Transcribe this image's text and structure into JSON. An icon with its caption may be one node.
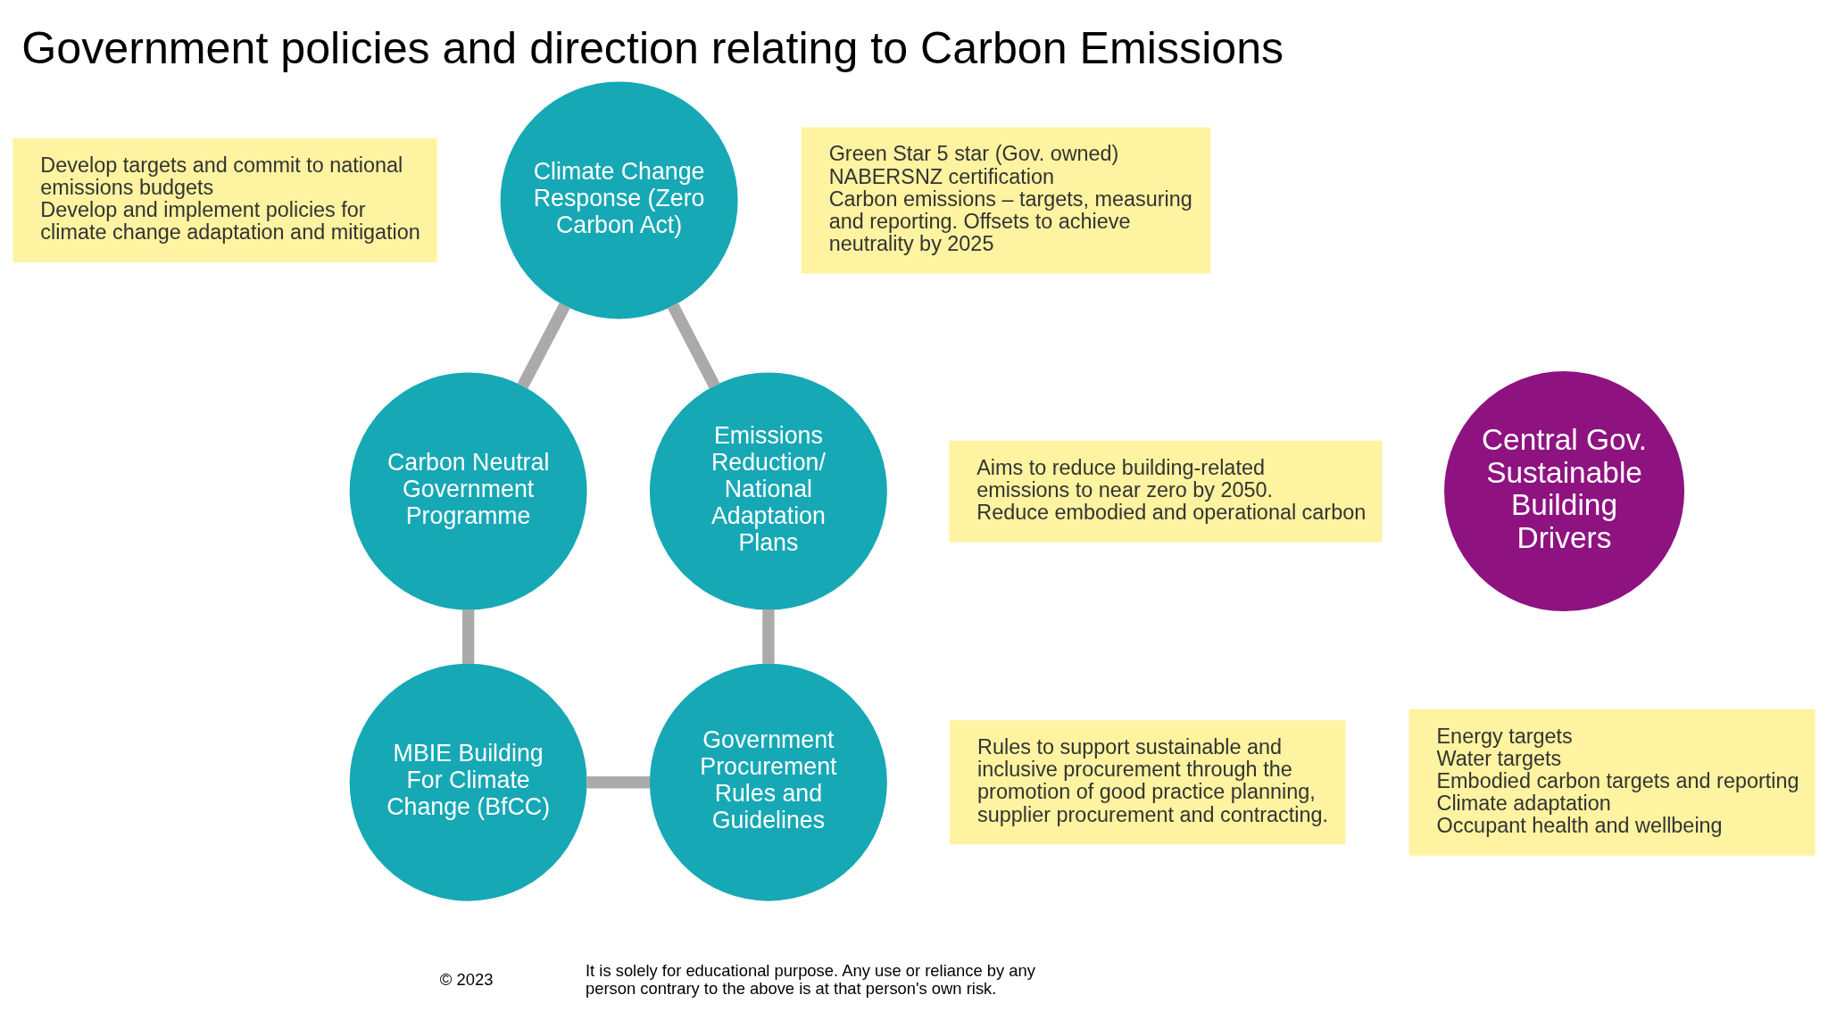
{
  "diagram": {
    "title": "Government policies and direction relating to Carbon Emissions",
    "nodes": [
      {
        "text": [
          "Develop targets and commit to national emissions budgets",
          "Develop and implement policies for climate change adaptation and mitigation"
        ]
      },
      {
        "text": [
          "Climate Change Response (Zero Carbon Act)"
        ]
      },
      {
        "text": [
          "Green Star 5 star (Gov. owned)",
          "NABERSNZ certification",
          "Carbon emissions – targets, measuring and reporting. Offsets to achieve neutrality by 2025"
        ]
      },
      {
        "text": [
          "Emissions Reduction/ National Adaptation Plans"
        ]
      },
      {
        "text": [
          "Aims to reduce building-related emissions to near zero by 2050.",
          "Reduce embodied and operational carbon"
        ]
      },
      {
        "text": [
          "Carbon Neutral Government Programme"
        ]
      },
      {
        "text": [
          "Central Gov. Sustainable Building Drivers"
        ]
      },
      {
        "text": [
          "Energy targets",
          "Water targets",
          "Embodied carbon targets and reporting",
          "Climate adaptation",
          "Occupant health and wellbeing"
        ]
      },
      {
        "text": [
          "Rules to support sustainable and inclusive procurement through the promotion of good practice planning, supplier procurement and contracting."
        ]
      },
      {
        "text": [
          "Government Procurement Rules and Guidelines"
        ]
      },
      {
        "text": [
          "MBIE Building For Climate Change (BfCC)"
        ]
      }
    ],
    "edges": [
      {
        "from": 1,
        "to": 5,
        "arrow": "none"
      },
      {
        "from": 5,
        "to": 10,
        "arrow": "none"
      },
      {
        "from": 10,
        "to": 9,
        "arrow": "none"
      },
      {
        "from": 9,
        "to": 3,
        "arrow": "none"
      },
      {
        "from": 3,
        "to": 1,
        "arrow": "none"
      }
    ],
    "labels": [
      "© 2023",
      "It is solely for educational purpose. Any use or reliance by any person contrary to the above is at that person's own risk."
    ]
  }
}
